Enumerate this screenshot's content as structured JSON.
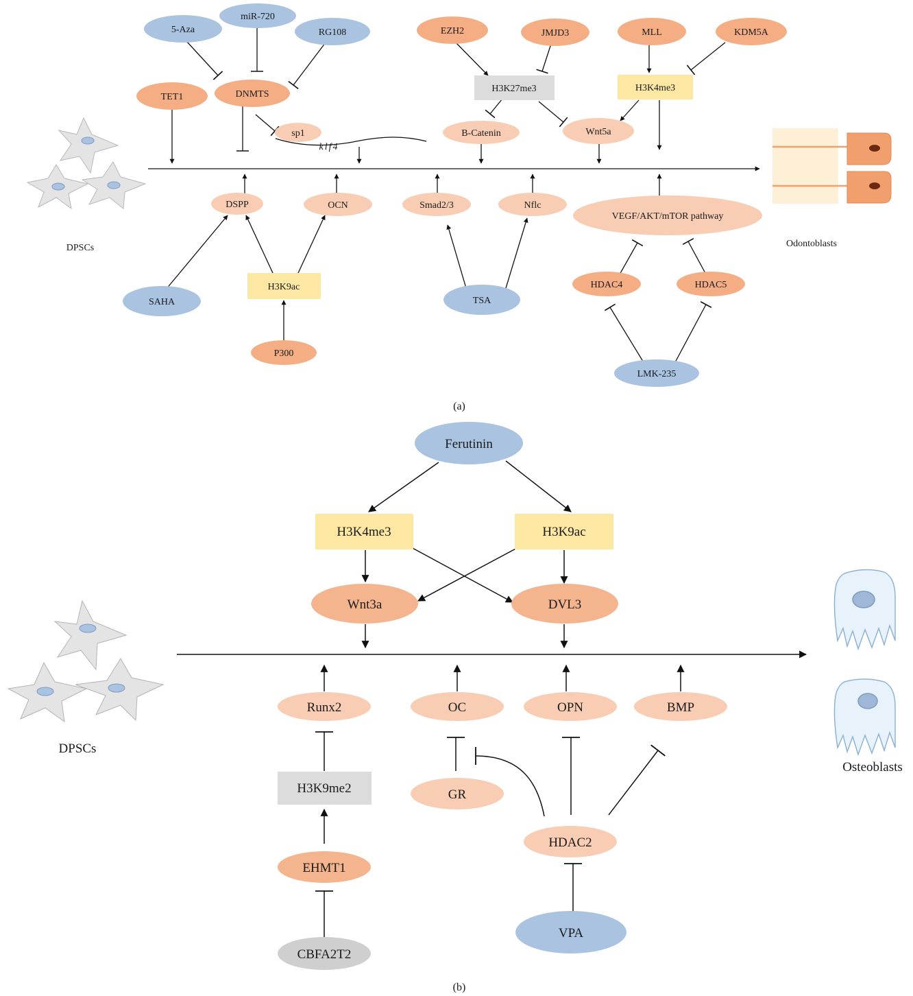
{
  "colors": {
    "blue": "#a9c3e0",
    "orange": "#f5ae84",
    "peach": "#f8cdb3",
    "yellow": "#fde8a3",
    "gray": "#dcdcdc",
    "darkgray": "#cfcfcf",
    "odonto_bg": "#fdf0d6",
    "odonto_cell": "#f1a06d",
    "nucleus": "#6b2a10",
    "stem_cell": "#e3e3e3",
    "stem_nucleus": "#9fb8d8",
    "osteo_body": "#e8f2fb",
    "osteo_nucleus": "#9fb8d8"
  },
  "panel_a": {
    "caption": "(a)",
    "source_label": "DPSCs",
    "target_label": "Odontoblasts",
    "nodes": {
      "aza": "5-Aza",
      "mir720": "miR-720",
      "rg108": "RG108",
      "tet1": "TET1",
      "dnmts": "DNMTS",
      "sp1": "sp1",
      "klf4": "klf4",
      "ezh2": "EZH2",
      "jmjd3": "JMJD3",
      "h3k27me3": "H3K27me3",
      "bcatenin": "B-Catenin",
      "mll": "MLL",
      "kdm5a": "KDM5A",
      "h3k4me3": "H3K4me3",
      "wnt5a": "Wnt5a",
      "dspp": "DSPP",
      "ocn": "OCN",
      "smad": "Smad2/3",
      "nflc": "Nflc",
      "vegf": "VEGF/AKT/mTOR pathway",
      "saha": "SAHA",
      "h3k9ac": "H3K9ac",
      "p300": "P300",
      "tsa": "TSA",
      "hdac4": "HDAC4",
      "hdac5": "HDAC5",
      "lmk235": "LMK-235"
    }
  },
  "panel_b": {
    "caption": "(b)",
    "source_label": "DPSCs",
    "target_label": "Osteoblasts",
    "nodes": {
      "ferutinin": "Ferutinin",
      "h3k4me3": "H3K4me3",
      "h3k9ac": "H3K9ac",
      "wnt3a": "Wnt3a",
      "dvl3": "DVL3",
      "runx2": "Runx2",
      "oc": "OC",
      "opn": "OPN",
      "bmp": "BMP",
      "h3k9me2": "H3K9me2",
      "gr": "GR",
      "ehmt1": "EHMT1",
      "hdac2": "HDAC2",
      "cbfa2t2": "CBFA2T2",
      "vpa": "VPA"
    }
  }
}
